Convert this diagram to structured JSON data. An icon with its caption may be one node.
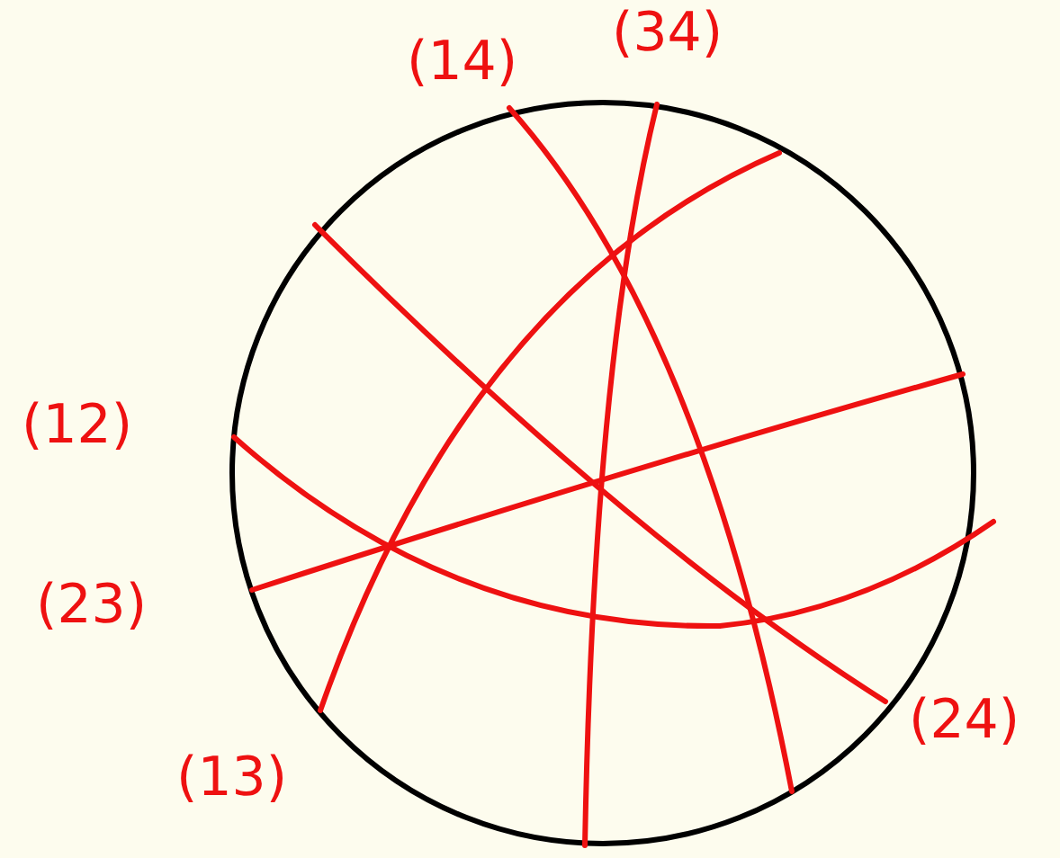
{
  "diagram": {
    "labels": [
      "(14)",
      "(34)",
      "(12)",
      "(23)",
      "(13)",
      "(24)"
    ]
  }
}
